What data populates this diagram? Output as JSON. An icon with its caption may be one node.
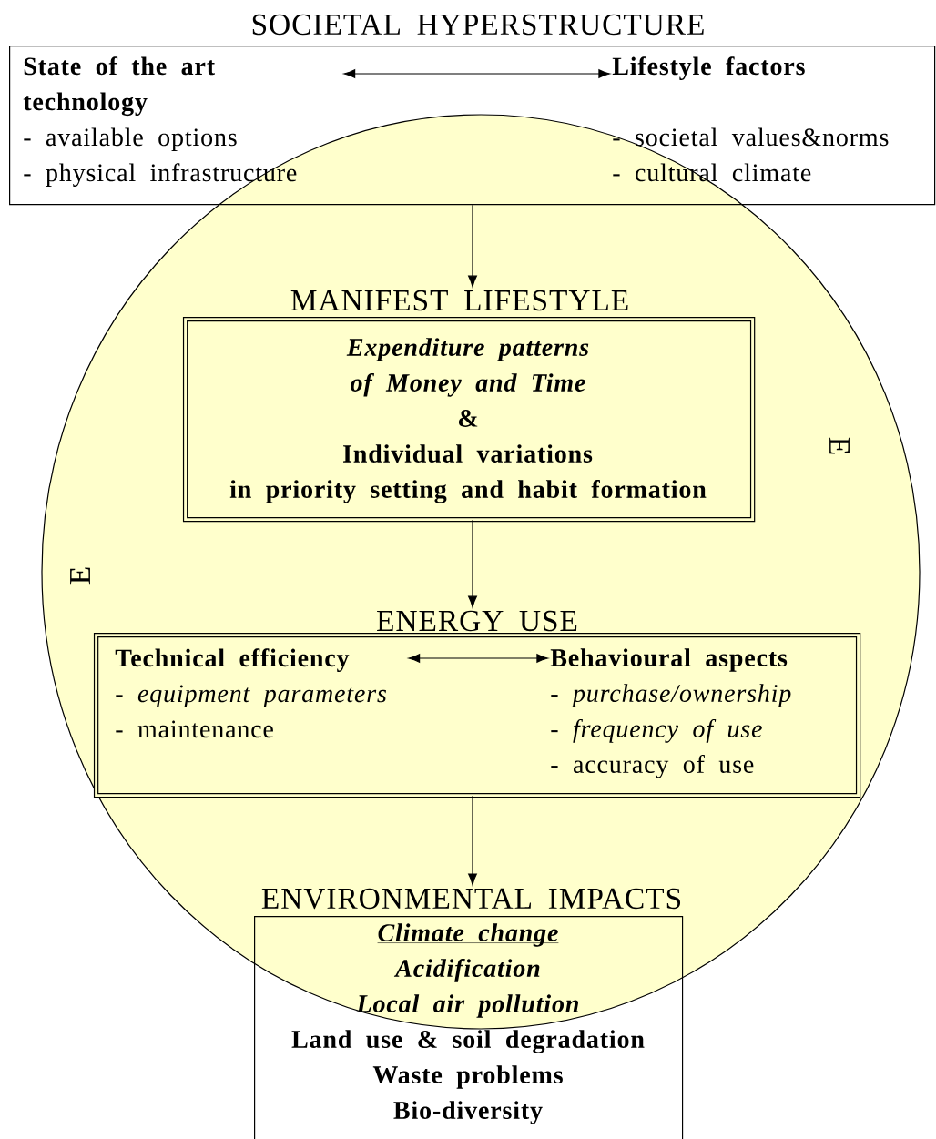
{
  "diagram": {
    "nodes": [
      {
        "text": [
          "SOCIETAL HYPERSTRUCTURE"
        ]
      },
      {
        "text": [
          "State of the art technology",
          "- available options",
          "- physical infrastructure"
        ],
        "in": 0
      },
      {
        "text": [
          "Lifestyle factors",
          "- societal values&norms",
          "- cultural climate"
        ],
        "in": 0
      },
      {
        "text": [
          "MANIFEST LIFESTYLE",
          "Expenditure patterns of Money and Time",
          "&",
          "Individual variations in priority setting and habit formation"
        ]
      },
      {
        "text": [
          "ENERGY USE"
        ]
      },
      {
        "text": [
          "Technical efficiency",
          "- *equipment parameters*",
          "- maintenance"
        ],
        "in": 4
      },
      {
        "text": [
          "Behavioural aspects",
          "- *purchase/ownership*",
          "- *frequency of use*",
          "- accuracy of use"
        ],
        "in": 4
      },
      {
        "text": [
          "ENVIRONMENTAL IMPACTS",
          "Climate change",
          "Acidification",
          "Local air pollution",
          "Land use & soil degradation",
          "Waste problems",
          "Bio-diversity"
        ]
      }
    ],
    "edges": [
      {
        "from": 1,
        "to": 2,
        "arrow": "both"
      },
      {
        "from": 0,
        "to": 3,
        "arrow": "to"
      },
      {
        "from": 3,
        "to": 4,
        "arrow": "to"
      },
      {
        "from": 5,
        "to": 6,
        "arrow": "both"
      },
      {
        "from": 4,
        "to": 7,
        "arrow": "to"
      }
    ],
    "labels": [
      "E",
      "E"
    ]
  }
}
